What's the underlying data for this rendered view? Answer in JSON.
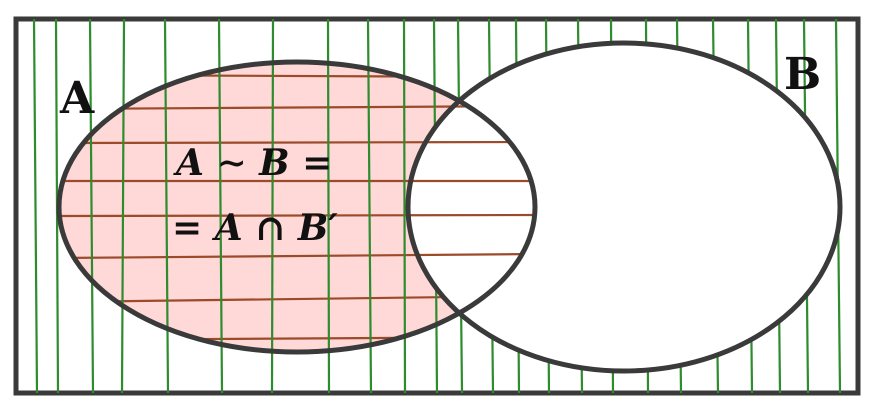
{
  "diagram": {
    "type": "venn-difference",
    "set_a_label": "A",
    "set_b_label": "B",
    "formula_line1": "A ∼ B =",
    "formula_line2": "= A ∩ B′",
    "colors": {
      "outline": "#3a3a3a",
      "a_fill": "#ffd8d8",
      "horizontal_hatch": "#9b4a2a",
      "vertical_hatch": "#2e8b2e",
      "background": "#ffffff"
    }
  }
}
